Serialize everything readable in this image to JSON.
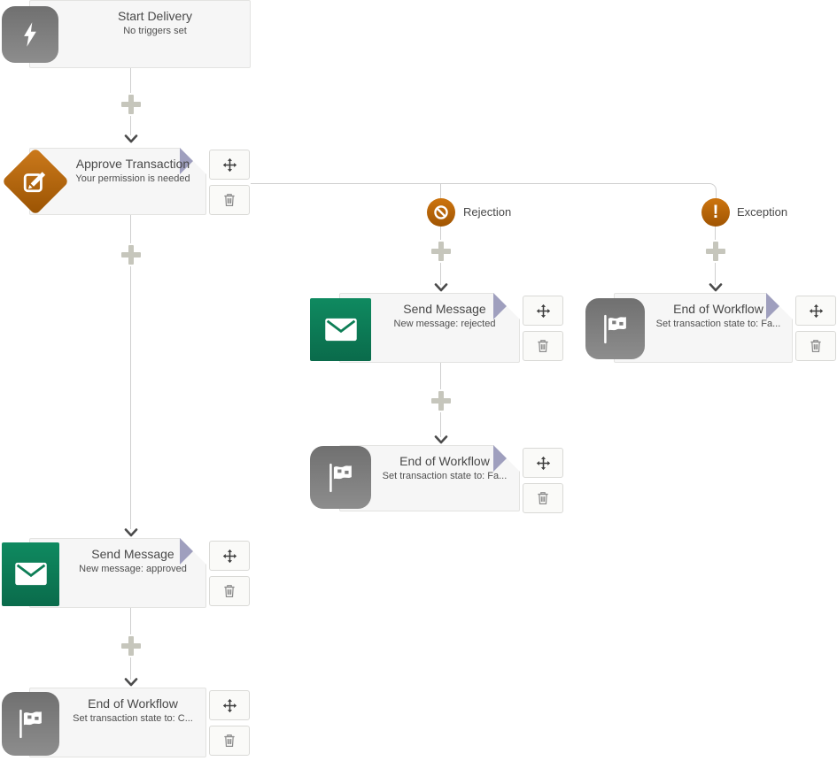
{
  "workflow": {
    "nodes": {
      "start": {
        "title": "Start Delivery",
        "subtitle": "No triggers set"
      },
      "approve": {
        "title": "Approve Transaction",
        "subtitle": "Your permission is needed"
      },
      "send_rejected": {
        "title": "Send Message",
        "subtitle": "New message: rejected"
      },
      "eow_exception": {
        "title": "End of Workflow",
        "subtitle": "Set transaction state to: Fa..."
      },
      "eow_rejection": {
        "title": "End of Workflow",
        "subtitle": "Set transaction state to: Fa..."
      },
      "send_approved": {
        "title": "Send Message",
        "subtitle": "New message: approved"
      },
      "eow_final": {
        "title": "End of Workflow",
        "subtitle": "Set transaction state to: C..."
      }
    },
    "branches": {
      "rejection": {
        "label": "Rejection",
        "icon": "no-sign"
      },
      "exception": {
        "label": "Exception",
        "icon": "exclamation"
      }
    },
    "icons": {
      "start": "lightning-bolt",
      "approve": "edit-pencil-square",
      "send_message": "envelope",
      "end_of_workflow": "checkered-flag",
      "node_badge": "star",
      "move": "move-arrows",
      "delete": "trash",
      "add_step": "plus",
      "flow_direction": "chevron-down"
    },
    "colors": {
      "orange_accent": "#b36008",
      "green_accent": "#0d7b55",
      "gray_icon": "#7e7e7e",
      "badge_purple": "#9f9fbe",
      "connector": "#cfcfcf",
      "tile_bg": "#f6f6f6",
      "text": "#494949"
    }
  }
}
